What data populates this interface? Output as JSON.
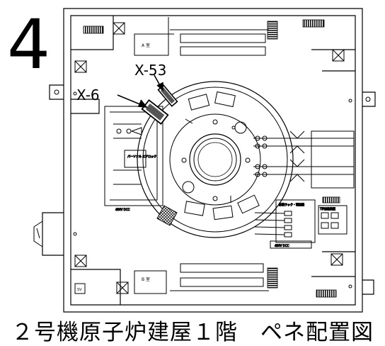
{
  "figure": {
    "page_number": "4",
    "caption": "２号機原子炉建屋１階　ペネ配置図",
    "callouts": [
      {
        "label": "X-6"
      },
      {
        "label": "X-53"
      }
    ],
    "room_labels": {
      "room_a": "A 室",
      "room_b": "B 室",
      "sv": "SV",
      "turntable": "パーソナル\nエアロック",
      "panel": "計装ラック・電源盤"
    },
    "small_labels": {
      "vdc_left": "480V DCC",
      "vdc_bottom": "480V DCC",
      "drywell_tag": "TIP駆動装置"
    },
    "colors": {
      "line": "#000000",
      "penetration_fill": "#555555",
      "hatch": "#333333"
    }
  }
}
